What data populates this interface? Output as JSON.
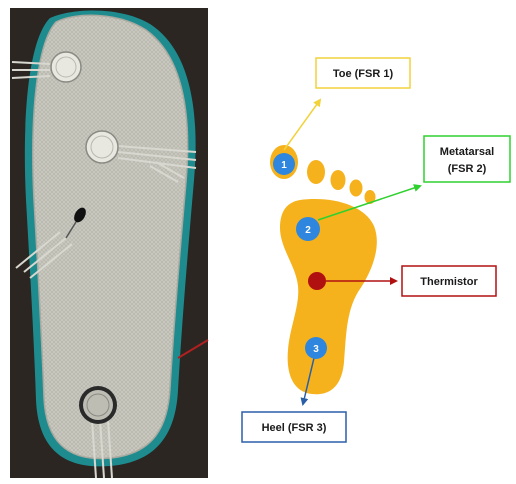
{
  "photo": {
    "background_color": "#2b2622",
    "insole_color": "#c9c9c0",
    "binding_color": "#1e8c8f",
    "sensor_color": "#e8e8e0"
  },
  "diagram": {
    "foot_color": "#f5b21c",
    "marker_color": "#2e86de",
    "thermistor_color": "#b01010",
    "markers": [
      {
        "number": "1",
        "name": "toe"
      },
      {
        "number": "2",
        "name": "metatarsal"
      },
      {
        "number": "3",
        "name": "heel"
      }
    ],
    "labels": {
      "toe": {
        "text": "Toe (FSR 1)",
        "color": "#f2d23a"
      },
      "metatarsal": {
        "line1": "Metatarsal",
        "line2": "(FSR 2)",
        "color": "#2ed12e"
      },
      "thermistor": {
        "text": "Thermistor",
        "color": "#b01010"
      },
      "heel": {
        "text": "Heel (FSR 3)",
        "color": "#2a5fa8"
      }
    }
  }
}
